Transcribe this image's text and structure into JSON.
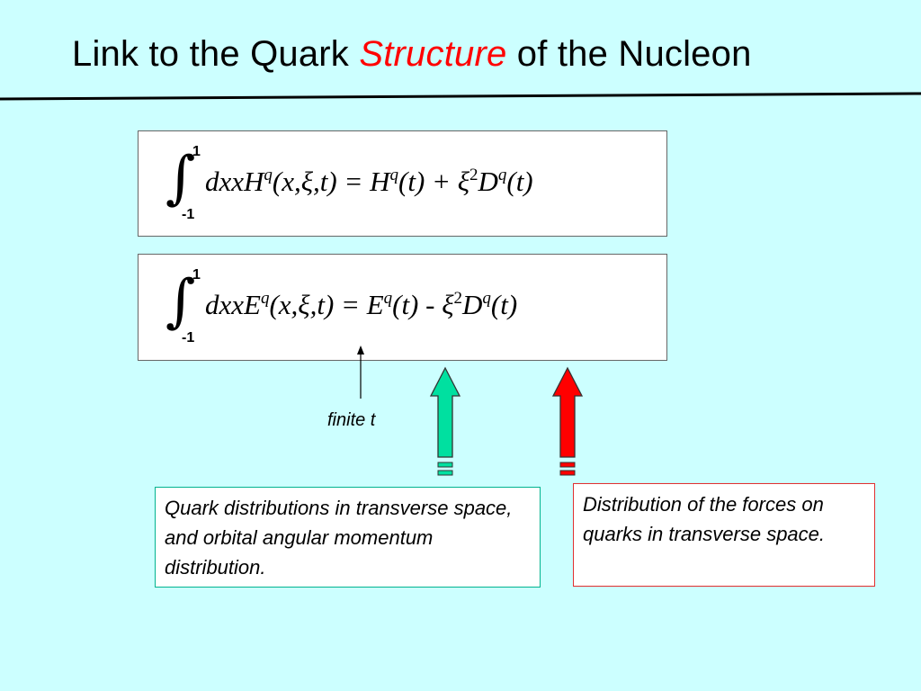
{
  "slide": {
    "title": {
      "before": "Link to the Quark",
      "highlight": "Structure",
      "after": "of the Nucleon"
    },
    "equation_1": {
      "upper_limit": "1",
      "lower_limit": "-1",
      "integrand": "dxxH",
      "sup_q": "q",
      "args": "(x,ξ,t) = ",
      "rhs_H": "H",
      "rhs_H_args": "(t) + ",
      "xi": "ξ",
      "xi_power": "2",
      "rhs_D": "D",
      "rhs_D_args": "(t)"
    },
    "equation_2": {
      "upper_limit": "1",
      "lower_limit": "-1",
      "integrand": "dxxE",
      "sup_q": "q",
      "args": "(x,ξ,t) = ",
      "rhs_E": "E",
      "rhs_E_args": "(t) - ",
      "xi": "ξ",
      "xi_power": "2",
      "rhs_D": "D",
      "rhs_D_args": "(t)"
    },
    "finite_t_label": "finite t",
    "note_left": "Quark distributions in transverse space, and orbital angular momentum distribution.",
    "note_right": "Distribution of the forces on quarks in transverse space.",
    "colors": {
      "background": "#ccffff",
      "title_accent": "#ff0000",
      "green_arrow": "#00e0a0",
      "red_arrow": "#ff0000"
    }
  }
}
